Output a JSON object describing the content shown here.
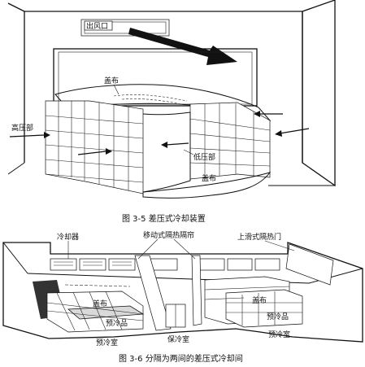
{
  "figure1": {
    "caption": "图 3-5    差压式冷却装置",
    "labels": {
      "outlet": "出风口",
      "cover_top": "盖布",
      "high_pressure": "高压部",
      "low_pressure": "低压部",
      "cover_bottom": "盖布"
    }
  },
  "figure2": {
    "caption": "图 3-6    分隔为两间的差压式冷却间",
    "labels": {
      "cooler": "冷却器",
      "curtain": "移动式隔热隔帘",
      "door": "上滑式隔热门",
      "cover_left": "盖布",
      "product_left": "预冷品",
      "room_left": "预冷室",
      "storage_room": "保冷室",
      "cover_right": "盖布",
      "product_right": "预冷品",
      "room_right": "预冷室"
    }
  }
}
